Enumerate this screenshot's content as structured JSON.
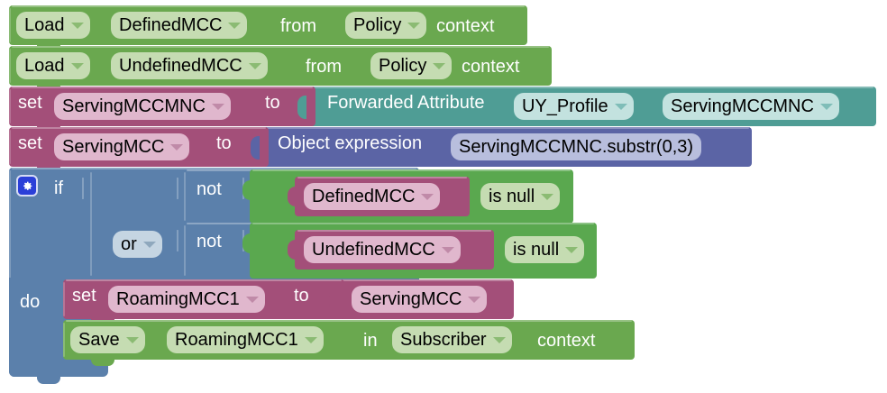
{
  "editor": {
    "name": "blockly-rule-editor",
    "background": "#ffffff",
    "colors": {
      "load_save_green": "#6aa84f",
      "logic_green": "#5aa84f",
      "forwarded_teal": "#4f9d95",
      "object_expression_purple": "#5b64a5",
      "set_variable_mauve": "#a34f79",
      "control_blue": "#5b80ab",
      "field_green": "#c5dcb2",
      "field_teal": "#c3e2df",
      "field_purple": "#b8bedd",
      "field_pink": "#e0b7cd",
      "field_blue": "#c5d5e2",
      "gear_blue": "#2b3fd8"
    }
  },
  "blocks": {
    "load_defined": {
      "verb": "Load",
      "variable": "DefinedMCC",
      "preposition": "from",
      "scope": "Policy",
      "suffix": "context"
    },
    "load_undefined": {
      "verb": "Load",
      "variable": "UndefinedMCC",
      "preposition": "from",
      "scope": "Policy",
      "suffix": "context"
    },
    "set_servingmccmnc": {
      "verb": "set",
      "variable": "ServingMCCMNC",
      "connector": "to",
      "value": {
        "label": "Forwarded Attribute",
        "profile": "UY_Profile",
        "attribute": "ServingMCCMNC"
      }
    },
    "set_servingmcc": {
      "verb": "set",
      "variable": "ServingMCC",
      "connector": "to",
      "value": {
        "label": "Object expression",
        "expression": "ServingMCCMNC.substr(0,3)"
      }
    },
    "if_block": {
      "if_label": "if",
      "do_label": "do",
      "gear_icon": "gear-icon",
      "operator": "or",
      "conditions": [
        {
          "negation": "not",
          "variable": "DefinedMCC",
          "test": "is null"
        },
        {
          "negation": "not",
          "variable": "UndefinedMCC",
          "test": "is null"
        }
      ],
      "body": {
        "set_roaming": {
          "verb": "set",
          "variable": "RoamingMCC1",
          "connector": "to",
          "value_variable": "ServingMCC"
        },
        "save_roaming": {
          "verb": "Save",
          "variable": "RoamingMCC1",
          "preposition": "in",
          "scope": "Subscriber",
          "suffix": "context"
        }
      }
    }
  }
}
